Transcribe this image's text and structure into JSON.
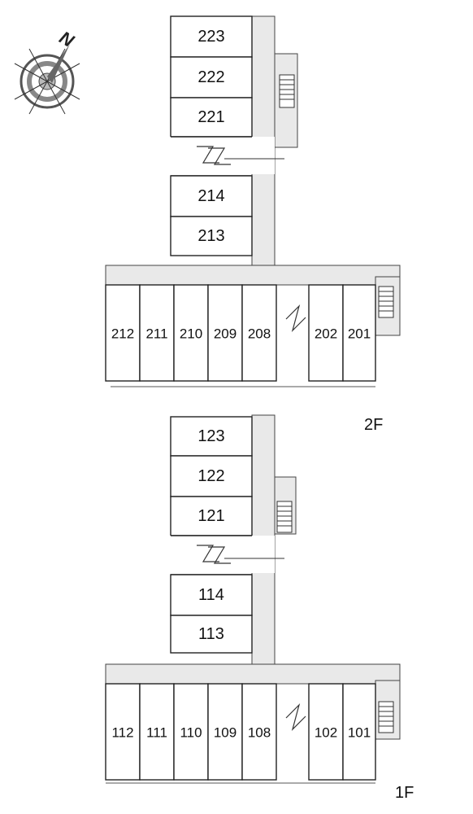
{
  "compass": {
    "icon": "compass-icon",
    "north_label": "N"
  },
  "floors": [
    {
      "label": "2F",
      "upper_units": [
        "223",
        "222",
        "221"
      ],
      "middle_units": [
        "214",
        "213"
      ],
      "bottom_units": [
        "212",
        "211",
        "210",
        "209",
        "208",
        "202",
        "201"
      ]
    },
    {
      "label": "1F",
      "upper_units": [
        "123",
        "122",
        "121"
      ],
      "middle_units": [
        "114",
        "113"
      ],
      "bottom_units": [
        "112",
        "111",
        "110",
        "109",
        "108",
        "102",
        "101"
      ]
    }
  ]
}
